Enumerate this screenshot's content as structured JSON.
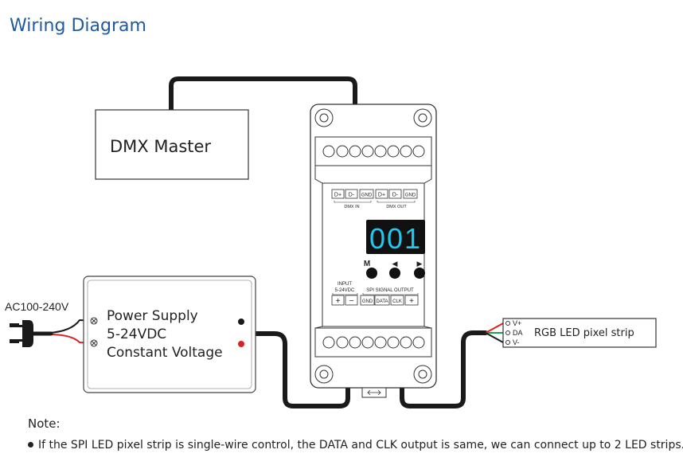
{
  "header": {
    "title": "Wiring Diagram"
  },
  "dmx_master": {
    "label": "DMX Master"
  },
  "ac_input": {
    "label": "AC100-240V"
  },
  "power_supply": {
    "line1": "Power Supply",
    "line2": "5-24VDC",
    "line3": "Constant Voltage"
  },
  "device": {
    "dmx_terminals": [
      "D+",
      "D-",
      "GND",
      "D+",
      "D-",
      "GND"
    ],
    "dmx_in_label": "DMX IN",
    "dmx_out_label": "DMX OUT",
    "display_value": "001",
    "buttons": [
      "M",
      "◀",
      "▶"
    ],
    "input_label_1": "INPUT",
    "input_label_2": "5-24VDC",
    "input_terminals": [
      "+",
      "−"
    ],
    "spi_label": "SPI SIGNAL OUTPUT",
    "spi_terminals": [
      "GND",
      "DATA",
      "CLK",
      "+"
    ]
  },
  "led_strip": {
    "label": "RGB LED pixel strip",
    "pins": [
      "V+",
      "DA",
      "V-"
    ]
  },
  "note": {
    "label": "Note:",
    "text": "If the SPI LED pixel strip is single-wire control, the DATA and CLK output is same, we can connect up to 2 LED strips."
  },
  "colors": {
    "title": "#1f5aa0",
    "wire_black": "#1a1a1a",
    "wire_red": "#e02020",
    "wire_green": "#22a050",
    "wire_teal": "#20a8a0",
    "display_digits": "#1ec8f0"
  }
}
